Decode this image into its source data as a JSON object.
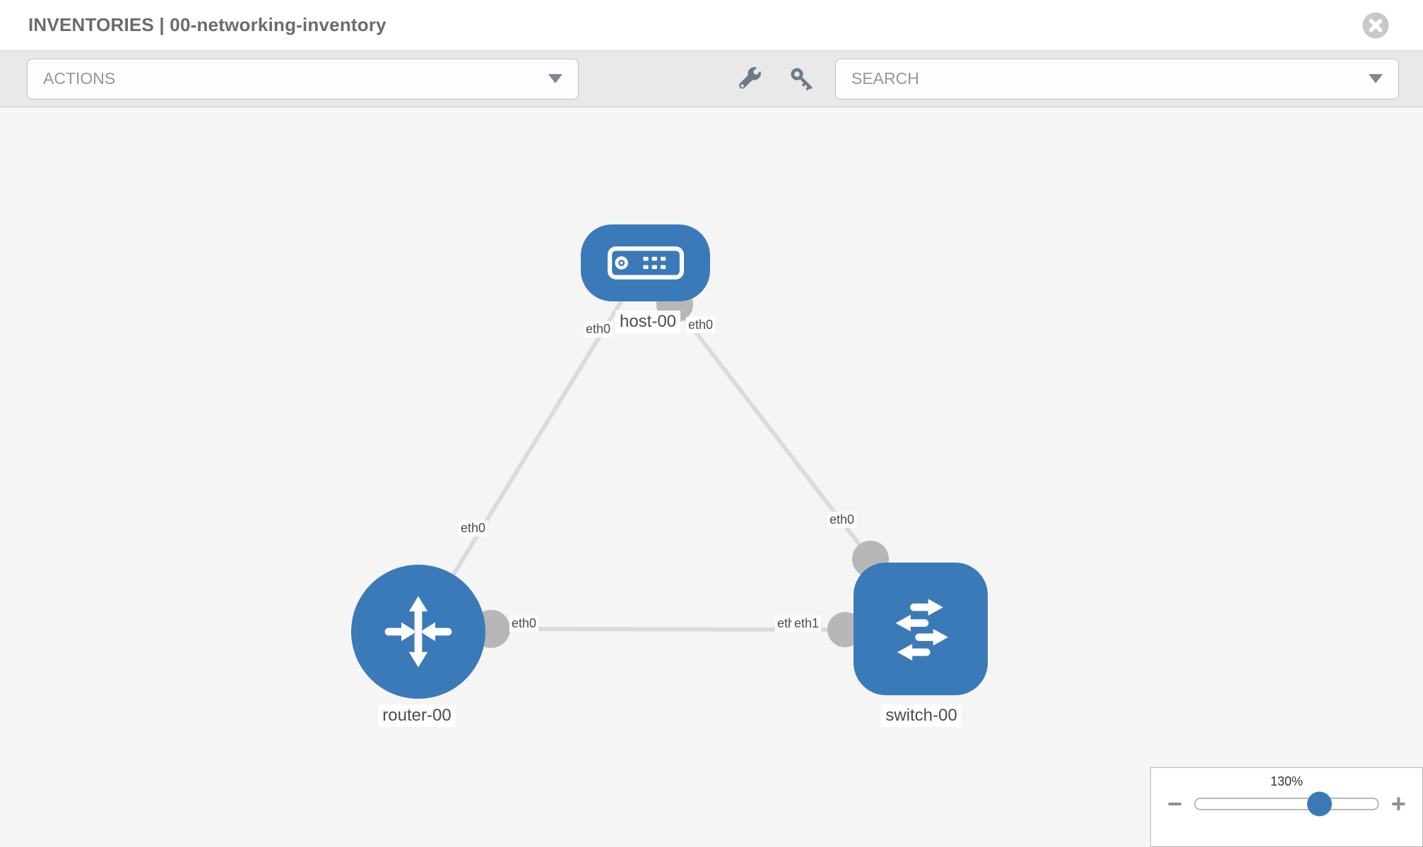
{
  "header": {
    "title": "INVENTORIES | 00-networking-inventory"
  },
  "toolbar": {
    "actions_label": "ACTIONS",
    "search_placeholder": "SEARCH",
    "icons": [
      "wrench-icon",
      "key-icon"
    ]
  },
  "topology": {
    "nodes": [
      {
        "id": "host-00",
        "label": "host-00",
        "type": "host"
      },
      {
        "id": "router-00",
        "label": "router-00",
        "type": "router"
      },
      {
        "id": "switch-00",
        "label": "switch-00",
        "type": "switch"
      }
    ],
    "links": [
      {
        "from": "host-00",
        "to": "router-00"
      },
      {
        "from": "host-00",
        "to": "switch-00"
      },
      {
        "from": "router-00",
        "to": "switch-00"
      }
    ],
    "interface_labels": [
      {
        "text": "eth0",
        "location": "host-left"
      },
      {
        "text": "eth0",
        "location": "host-right"
      },
      {
        "text": "eth0",
        "location": "link-host-router-mid"
      },
      {
        "text": "eth0",
        "location": "switch-top"
      },
      {
        "text": "eth0",
        "location": "router-right"
      },
      {
        "text": "eth0",
        "location": "switch-left-under"
      },
      {
        "text": "eth1",
        "location": "switch-left-over"
      }
    ]
  },
  "zoom_control": {
    "value": "130%",
    "minus_label": "−",
    "plus_label": "+",
    "slider_percent": 64
  },
  "colors": {
    "node_blue": "#3b7ab8",
    "link_gray": "#dbdbdb",
    "interface_dot_gray": "#b7b7b7",
    "canvas_bg": "#f5f5f5",
    "toolbar_bg": "#e9e9e9"
  }
}
